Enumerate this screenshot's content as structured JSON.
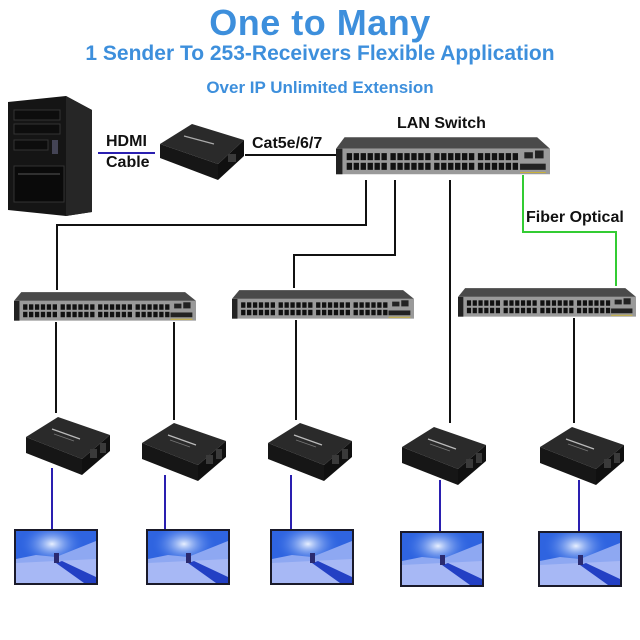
{
  "header": {
    "title": "One to Many",
    "subtitle": "1 Sender To 253-Receivers Flexible Application",
    "tagline": "Over IP Unlimited Extension"
  },
  "labels": {
    "hdmi_line1": "HDMI",
    "hdmi_line2": "Cable",
    "cat": "Cat5e/6/7",
    "lan_switch": "LAN Switch",
    "fiber": "Fiber Optical"
  },
  "colors": {
    "title": "#3d8fdc",
    "hdmi_cable": "#2a1fb0",
    "network_cable": "#111111",
    "fiber_cable": "#33cc33",
    "device_body": "#1e1e1e",
    "switch_body": "#3a3a3a"
  },
  "nodes": {
    "source": {
      "icon": "pc-tower-icon"
    },
    "sender": {
      "icon": "signal-extender-icon"
    },
    "main_switch": {
      "icon": "network-switch-icon"
    },
    "sub_switches": [
      {
        "icon": "network-switch-icon"
      },
      {
        "icon": "network-switch-icon"
      },
      {
        "icon": "network-switch-icon"
      }
    ],
    "receivers": [
      {
        "icon": "signal-extender-icon"
      },
      {
        "icon": "signal-extender-icon"
      },
      {
        "icon": "signal-extender-icon"
      },
      {
        "icon": "signal-extender-icon"
      },
      {
        "icon": "signal-extender-icon"
      }
    ],
    "displays": [
      {
        "icon": "monitor-icon"
      },
      {
        "icon": "monitor-icon"
      },
      {
        "icon": "monitor-icon"
      },
      {
        "icon": "monitor-icon"
      },
      {
        "icon": "monitor-icon"
      }
    ]
  }
}
